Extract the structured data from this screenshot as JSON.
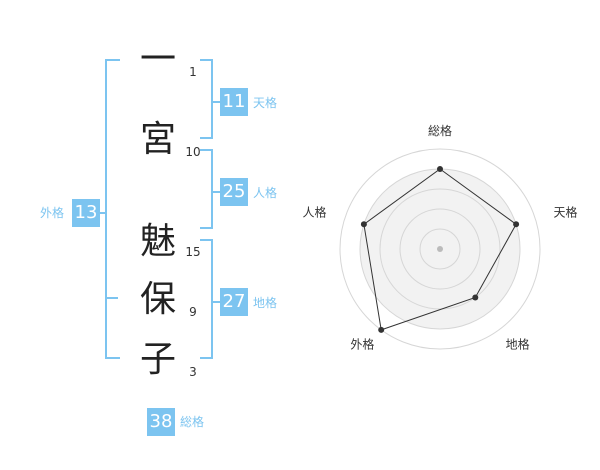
{
  "name": {
    "characters": [
      {
        "char": "一",
        "strokes": "1"
      },
      {
        "char": "宮",
        "strokes": "10"
      },
      {
        "char": "魅",
        "strokes": "15"
      },
      {
        "char": "保",
        "strokes": "9"
      },
      {
        "char": "子",
        "strokes": "3"
      }
    ]
  },
  "kaku": {
    "tenkaku": {
      "label": "天格",
      "value": "11"
    },
    "jinkaku": {
      "label": "人格",
      "value": "25"
    },
    "chikaku": {
      "label": "地格",
      "value": "27"
    },
    "gaikaku": {
      "label": "外格",
      "value": "13"
    },
    "soukaku": {
      "label": "総格",
      "value": "38"
    }
  },
  "colors": {
    "accent": "#7cc4f0",
    "badge_text": "#ffffff",
    "text": "#222222",
    "radar_line": "#333333",
    "radar_ring": "#d6d6d6",
    "radar_fill": "#f2f2f2",
    "radar_center": "#bbbbbb"
  },
  "chart_data": {
    "type": "radar",
    "axes": [
      "総格",
      "天格",
      "地格",
      "外格",
      "人格"
    ],
    "values": [
      4,
      4,
      3,
      5,
      4
    ],
    "range": [
      0,
      5
    ],
    "grid": true
  }
}
